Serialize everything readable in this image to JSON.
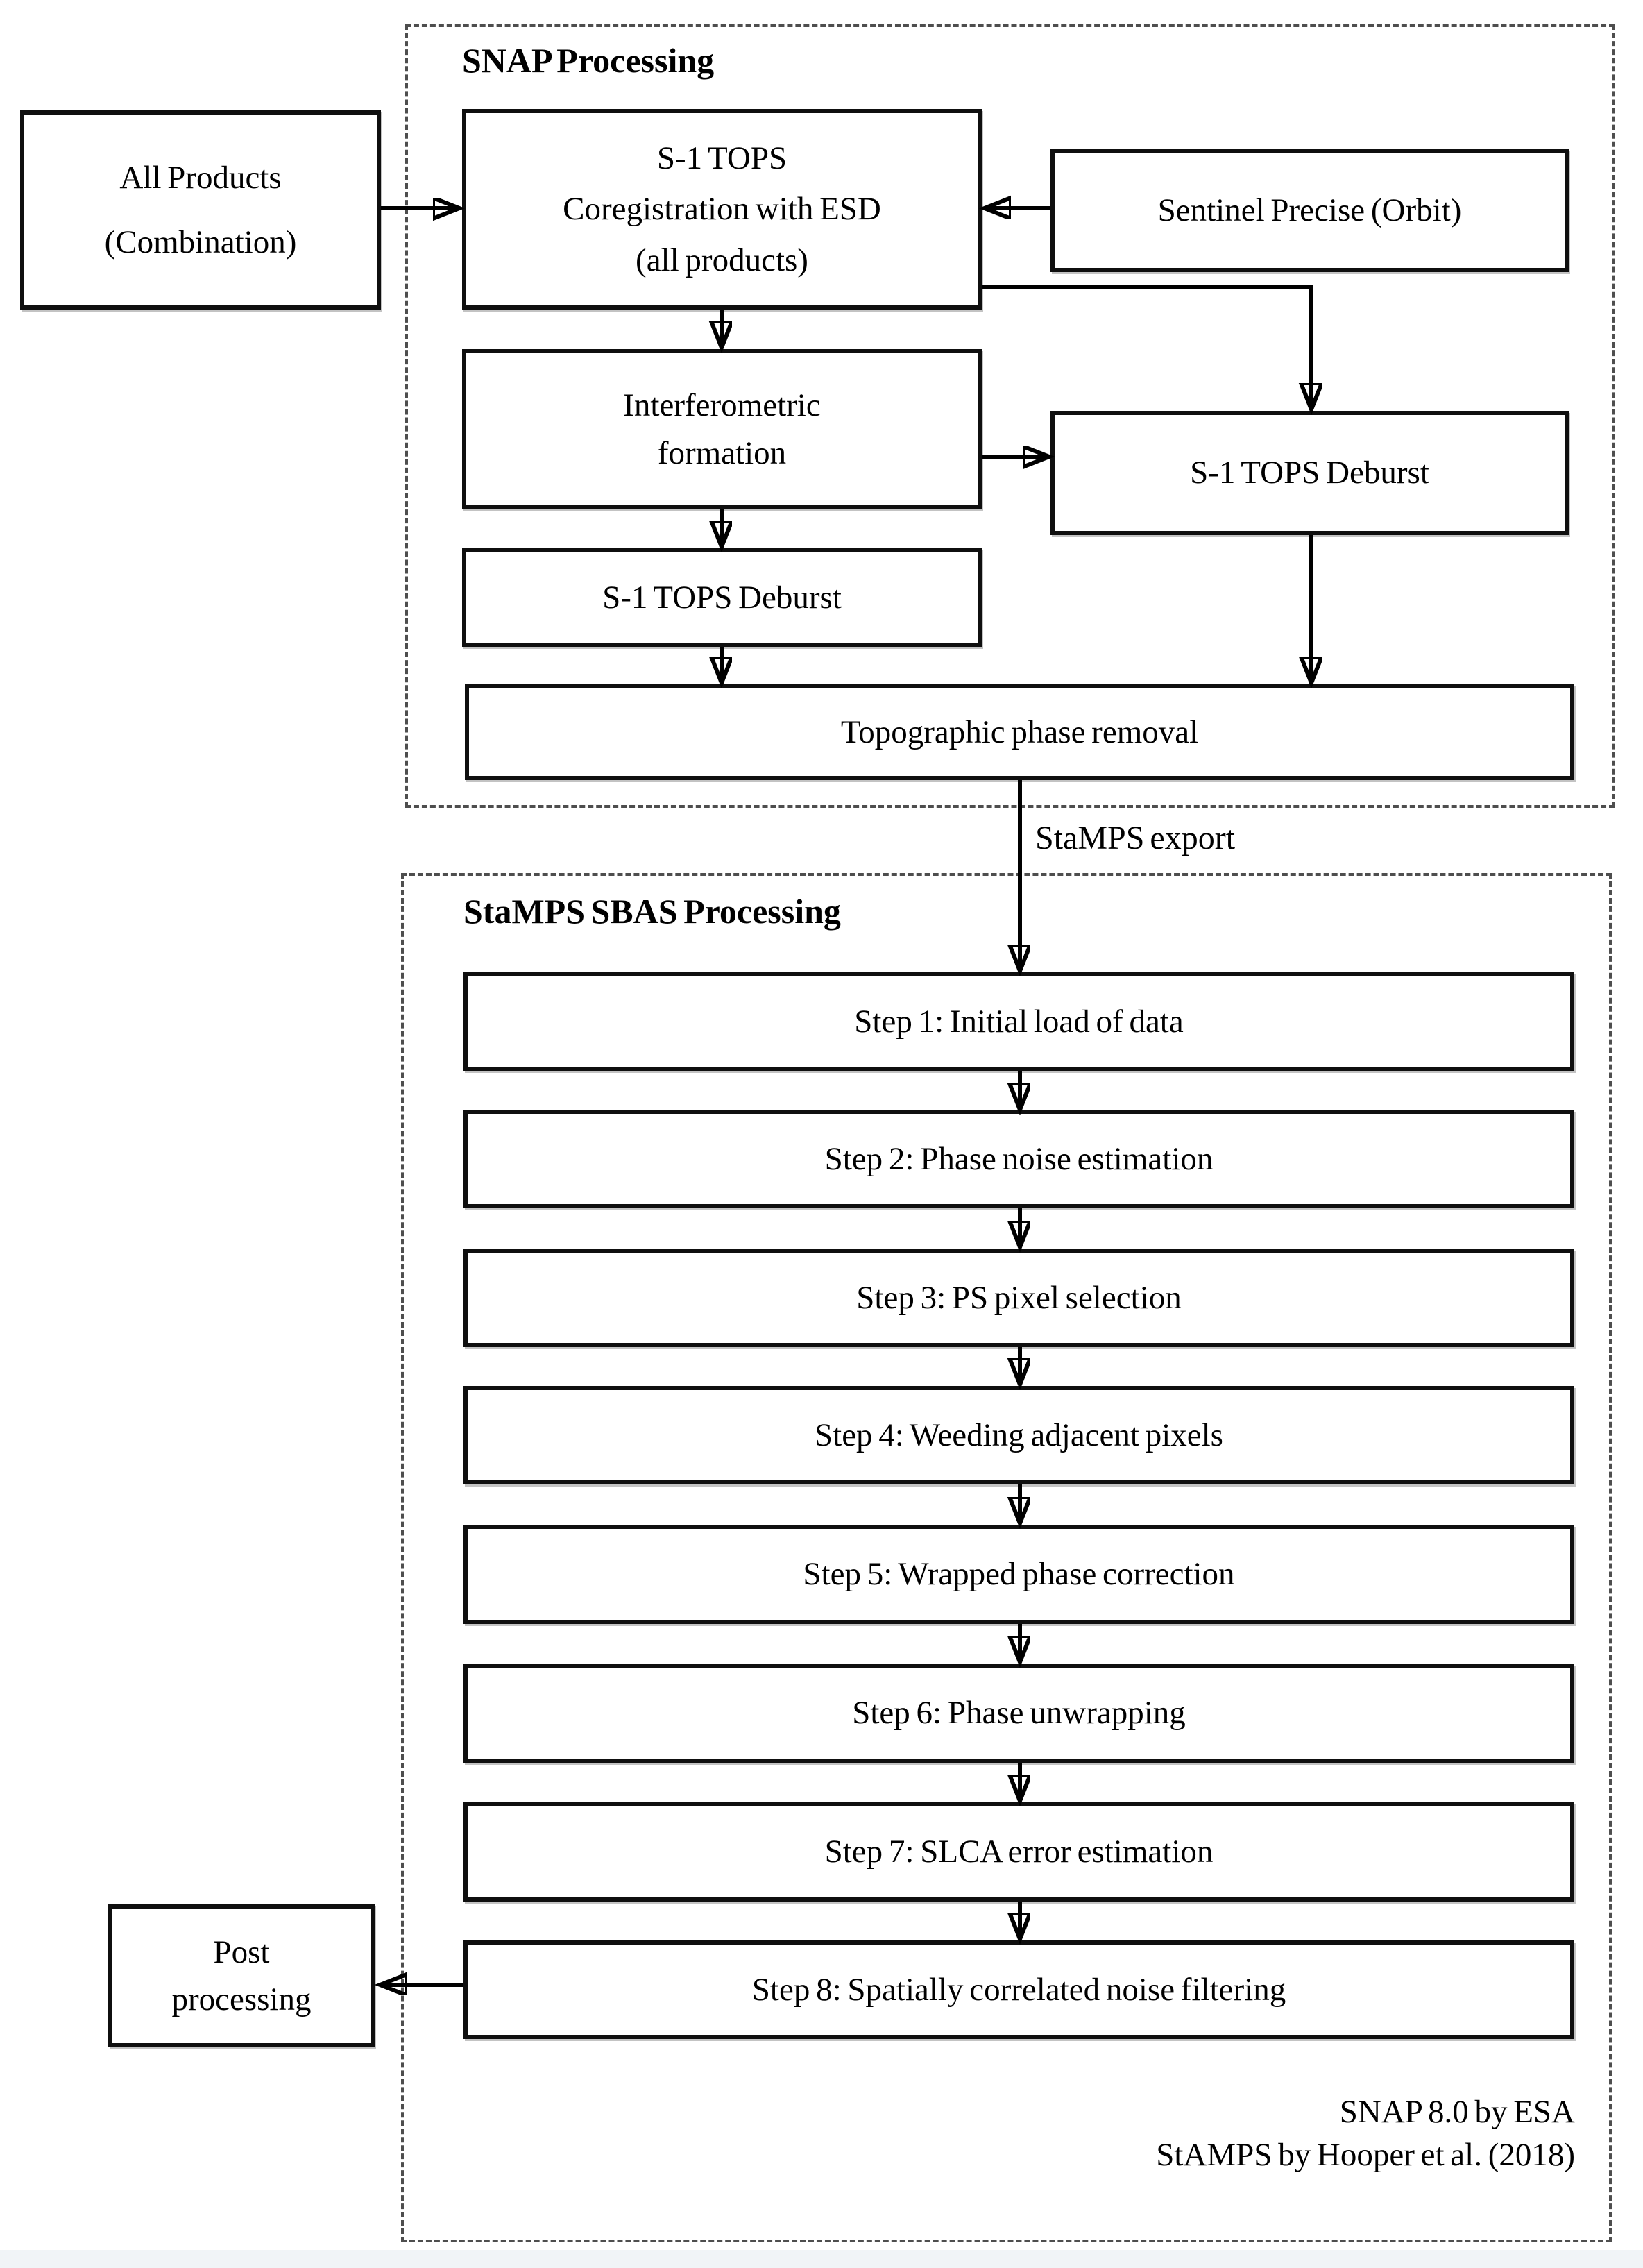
{
  "colors": {
    "background": "#ffffff",
    "box_border": "#0f0f0f",
    "dashed_border": "#4e4e4e",
    "text": "#000000",
    "connector": "#000000",
    "bottom_strip": "#f1f4f7"
  },
  "all_products": {
    "lines": [
      "All Products",
      "(Combination)"
    ]
  },
  "snap": {
    "title": "SNAP Processing",
    "coregistration_lines": [
      "S-1 TOPS",
      "Coregistration with ESD",
      "(all products)"
    ],
    "orbit_label": "Sentinel Precise (Orbit)",
    "interferometric_lines": [
      "Interferometric",
      "formation"
    ],
    "deburst_left_label": "S-1 TOPS Deburst",
    "deburst_right_label": "S-1 TOPS Deburst",
    "topographic_label": "Topographic phase removal"
  },
  "export_label": "StaMPS export",
  "stamps": {
    "title": "StaMPS SBAS Processing",
    "steps": [
      "Step 1: Initial load of data",
      "Step 2: Phase noise estimation",
      "Step 3: PS pixel selection",
      "Step 4: Weeding adjacent pixels",
      "Step 5: Wrapped phase correction",
      "Step 6: Phase unwrapping",
      "Step 7: SLCA error estimation",
      "Step 8: Spatially correlated noise filtering"
    ],
    "credits": [
      "SNAP 8.0 by ESA",
      "StAMPS by Hooper et al. (2018)"
    ]
  },
  "post_processing": {
    "lines": [
      "Post",
      "processing"
    ]
  }
}
